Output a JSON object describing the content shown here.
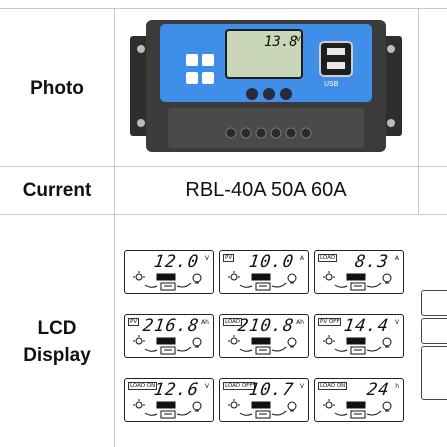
{
  "rows": {
    "photo": {
      "label": "Photo"
    },
    "current": {
      "label": "Current",
      "value": "RBL-40A 50A 60A"
    },
    "lcd": {
      "label_line1": "LCD",
      "label_line2": "Display"
    }
  },
  "device": {
    "lcd_reading": "13.8",
    "lcd_unit": "V",
    "usb_label": "USB"
  },
  "lcd_screens": [
    {
      "prefix": "",
      "value": "12.0",
      "unit": "V"
    },
    {
      "prefix": "PV",
      "value": "10.0",
      "unit": "A"
    },
    {
      "prefix": "LOAD",
      "value": "8.3",
      "unit": "A"
    },
    {
      "prefix": "PV",
      "value": "216.8",
      "unit": "Ah"
    },
    {
      "prefix": "LOAD",
      "value": "210.8",
      "unit": "Ah"
    },
    {
      "prefix": "PV OFF",
      "value": "14.4",
      "unit": "V"
    },
    {
      "prefix": "LOAD ON",
      "value": "12.6",
      "unit": "V"
    },
    {
      "prefix": "LOAD OFF",
      "value": "10.7",
      "unit": "V"
    },
    {
      "prefix": "LOAD ON",
      "value": "24",
      "unit": "h"
    }
  ],
  "colors": {
    "panel_blue": "#3f8fe8",
    "casing": "#3b3b3b",
    "lcd_green": "#c9d7b8",
    "grid": "#c8c8c8"
  }
}
